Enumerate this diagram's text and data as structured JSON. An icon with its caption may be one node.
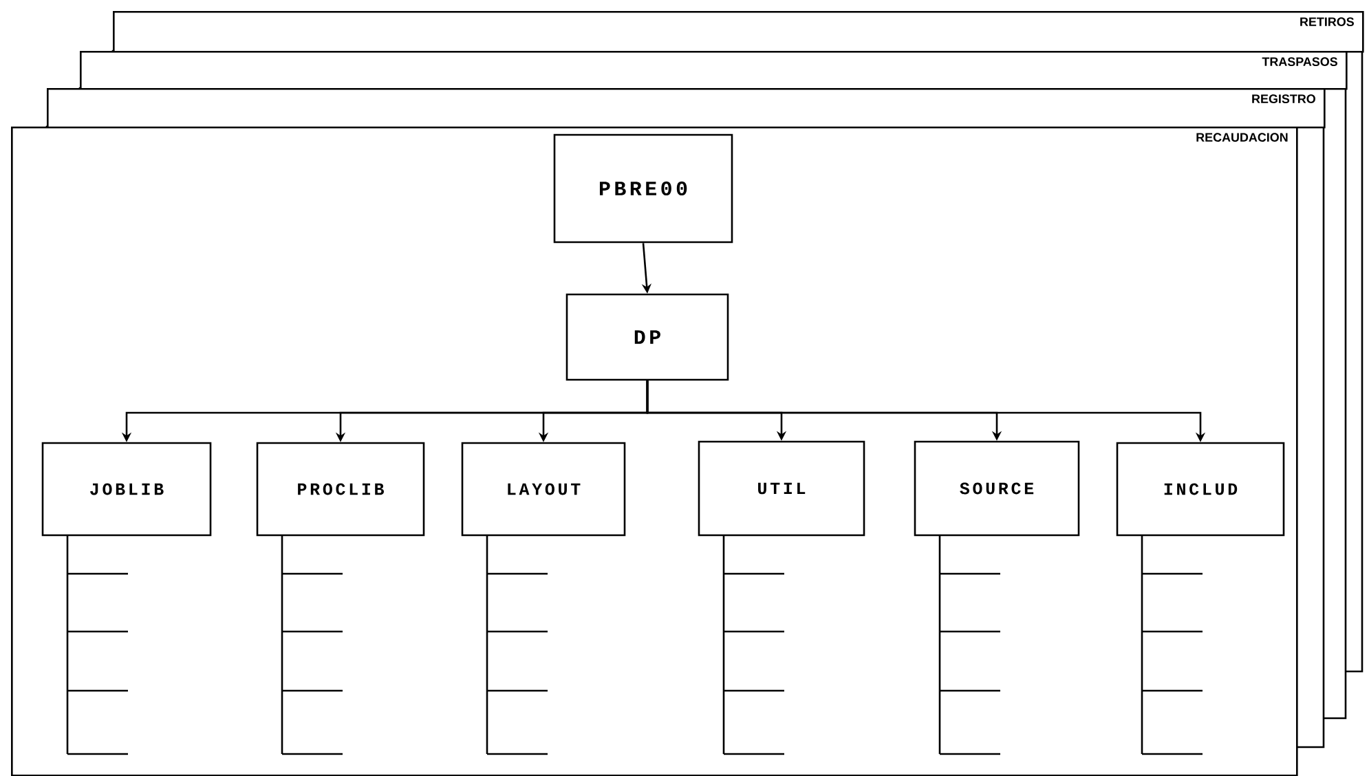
{
  "diagram": {
    "nodes": [
      {
        "text": [
          "RETIROS"
        ]
      },
      {
        "text": [
          "TRASPASOS"
        ]
      },
      {
        "text": [
          "REGISTRO"
        ]
      },
      {
        "text": [
          "RECAUDACION"
        ]
      },
      {
        "text": [
          "PBRE00"
        ],
        "in": 3
      },
      {
        "text": [
          "DP"
        ],
        "in": 3
      },
      {
        "text": [
          "JOBLIB"
        ],
        "in": 3
      },
      {
        "text": [
          "PROCLIB"
        ],
        "in": 3
      },
      {
        "text": [
          "LAYOUT"
        ],
        "in": 3
      },
      {
        "text": [
          "UTIL"
        ],
        "in": 3
      },
      {
        "text": [
          "SOURCE"
        ],
        "in": 3
      },
      {
        "text": [
          "INCLUD"
        ],
        "in": 3
      }
    ],
    "edges": [
      {
        "from": 4,
        "to": 5,
        "arrow": "to"
      },
      {
        "from": 5,
        "to": 6,
        "arrow": "to"
      },
      {
        "from": 5,
        "to": 7,
        "arrow": "to"
      },
      {
        "from": 5,
        "to": 8,
        "arrow": "to"
      },
      {
        "from": 5,
        "to": 9,
        "arrow": "to"
      },
      {
        "from": 5,
        "to": 10,
        "arrow": "to"
      },
      {
        "from": 5,
        "to": 11,
        "arrow": "to"
      }
    ]
  }
}
